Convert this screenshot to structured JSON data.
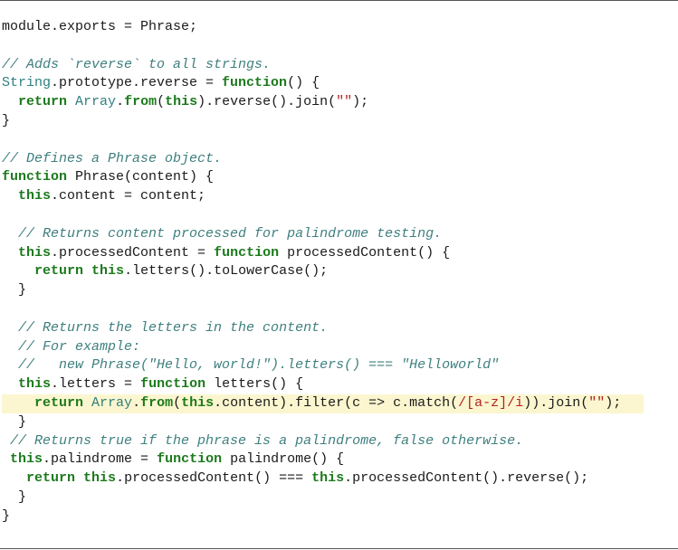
{
  "lines": [
    "module.exports = Phrase;",
    "",
    "// Adds `reverse` to all strings.",
    "String.prototype.reverse = function() {",
    "  return Array.from(this).reverse().join(\"\");",
    "}",
    "",
    "// Defines a Phrase object.",
    "function Phrase(content) {",
    "  this.content = content;",
    "",
    "  // Returns content processed for palindrome testing.",
    "  this.processedContent = function processedContent() {",
    "    return this.letters().toLowerCase();",
    "  }",
    "",
    "  // Returns the letters in the content.",
    "  // For example:",
    "  //   new Phrase(\"Hello, world!\").letters() === \"Helloworld\"",
    "  this.letters = function letters() {",
    "    return Array.from(this.content).filter(c => c.match(/[a-z]/i)).join(\"\");",
    "  }",
    " // Returns true if the phrase is a palindrome, false otherwise.",
    " this.palindrome = function palindrome() {",
    "   return this.processedContent() === this.processedContent().reverse();",
    "  }",
    "}"
  ],
  "highlighted_line": 20,
  "colors": {
    "keyword": "#1c7a1c",
    "builtin": "#2f7f7f",
    "comment": "#3f7f7f",
    "string": "#b22222",
    "highlight": "#fbf6cf"
  }
}
